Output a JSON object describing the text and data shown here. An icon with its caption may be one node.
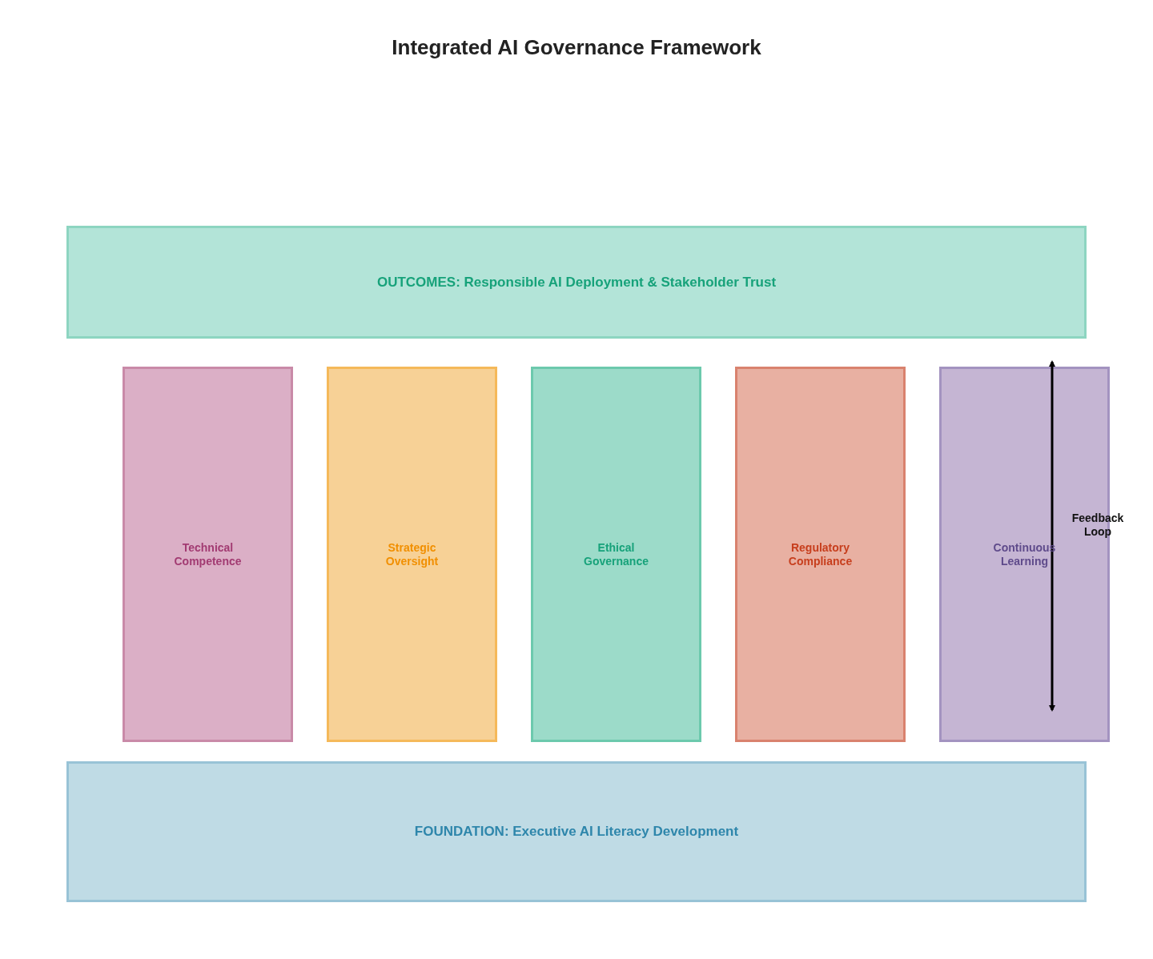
{
  "diagram": {
    "title": "Integrated AI Governance Framework",
    "nodes": [
      {
        "text": [
          "OUTCOMES: Responsible AI Deployment & Stakeholder Trust"
        ]
      },
      {
        "text": [
          "Technical Competence"
        ]
      },
      {
        "text": [
          "Strategic Oversight"
        ]
      },
      {
        "text": [
          "Ethical Governance"
        ]
      },
      {
        "text": [
          "Regulatory Compliance"
        ]
      },
      {
        "text": [
          "Continuous Learning"
        ]
      },
      {
        "text": [
          "FOUNDATION: Executive AI Literacy Development"
        ]
      }
    ],
    "labels": [
      "Feedback Loop"
    ]
  }
}
